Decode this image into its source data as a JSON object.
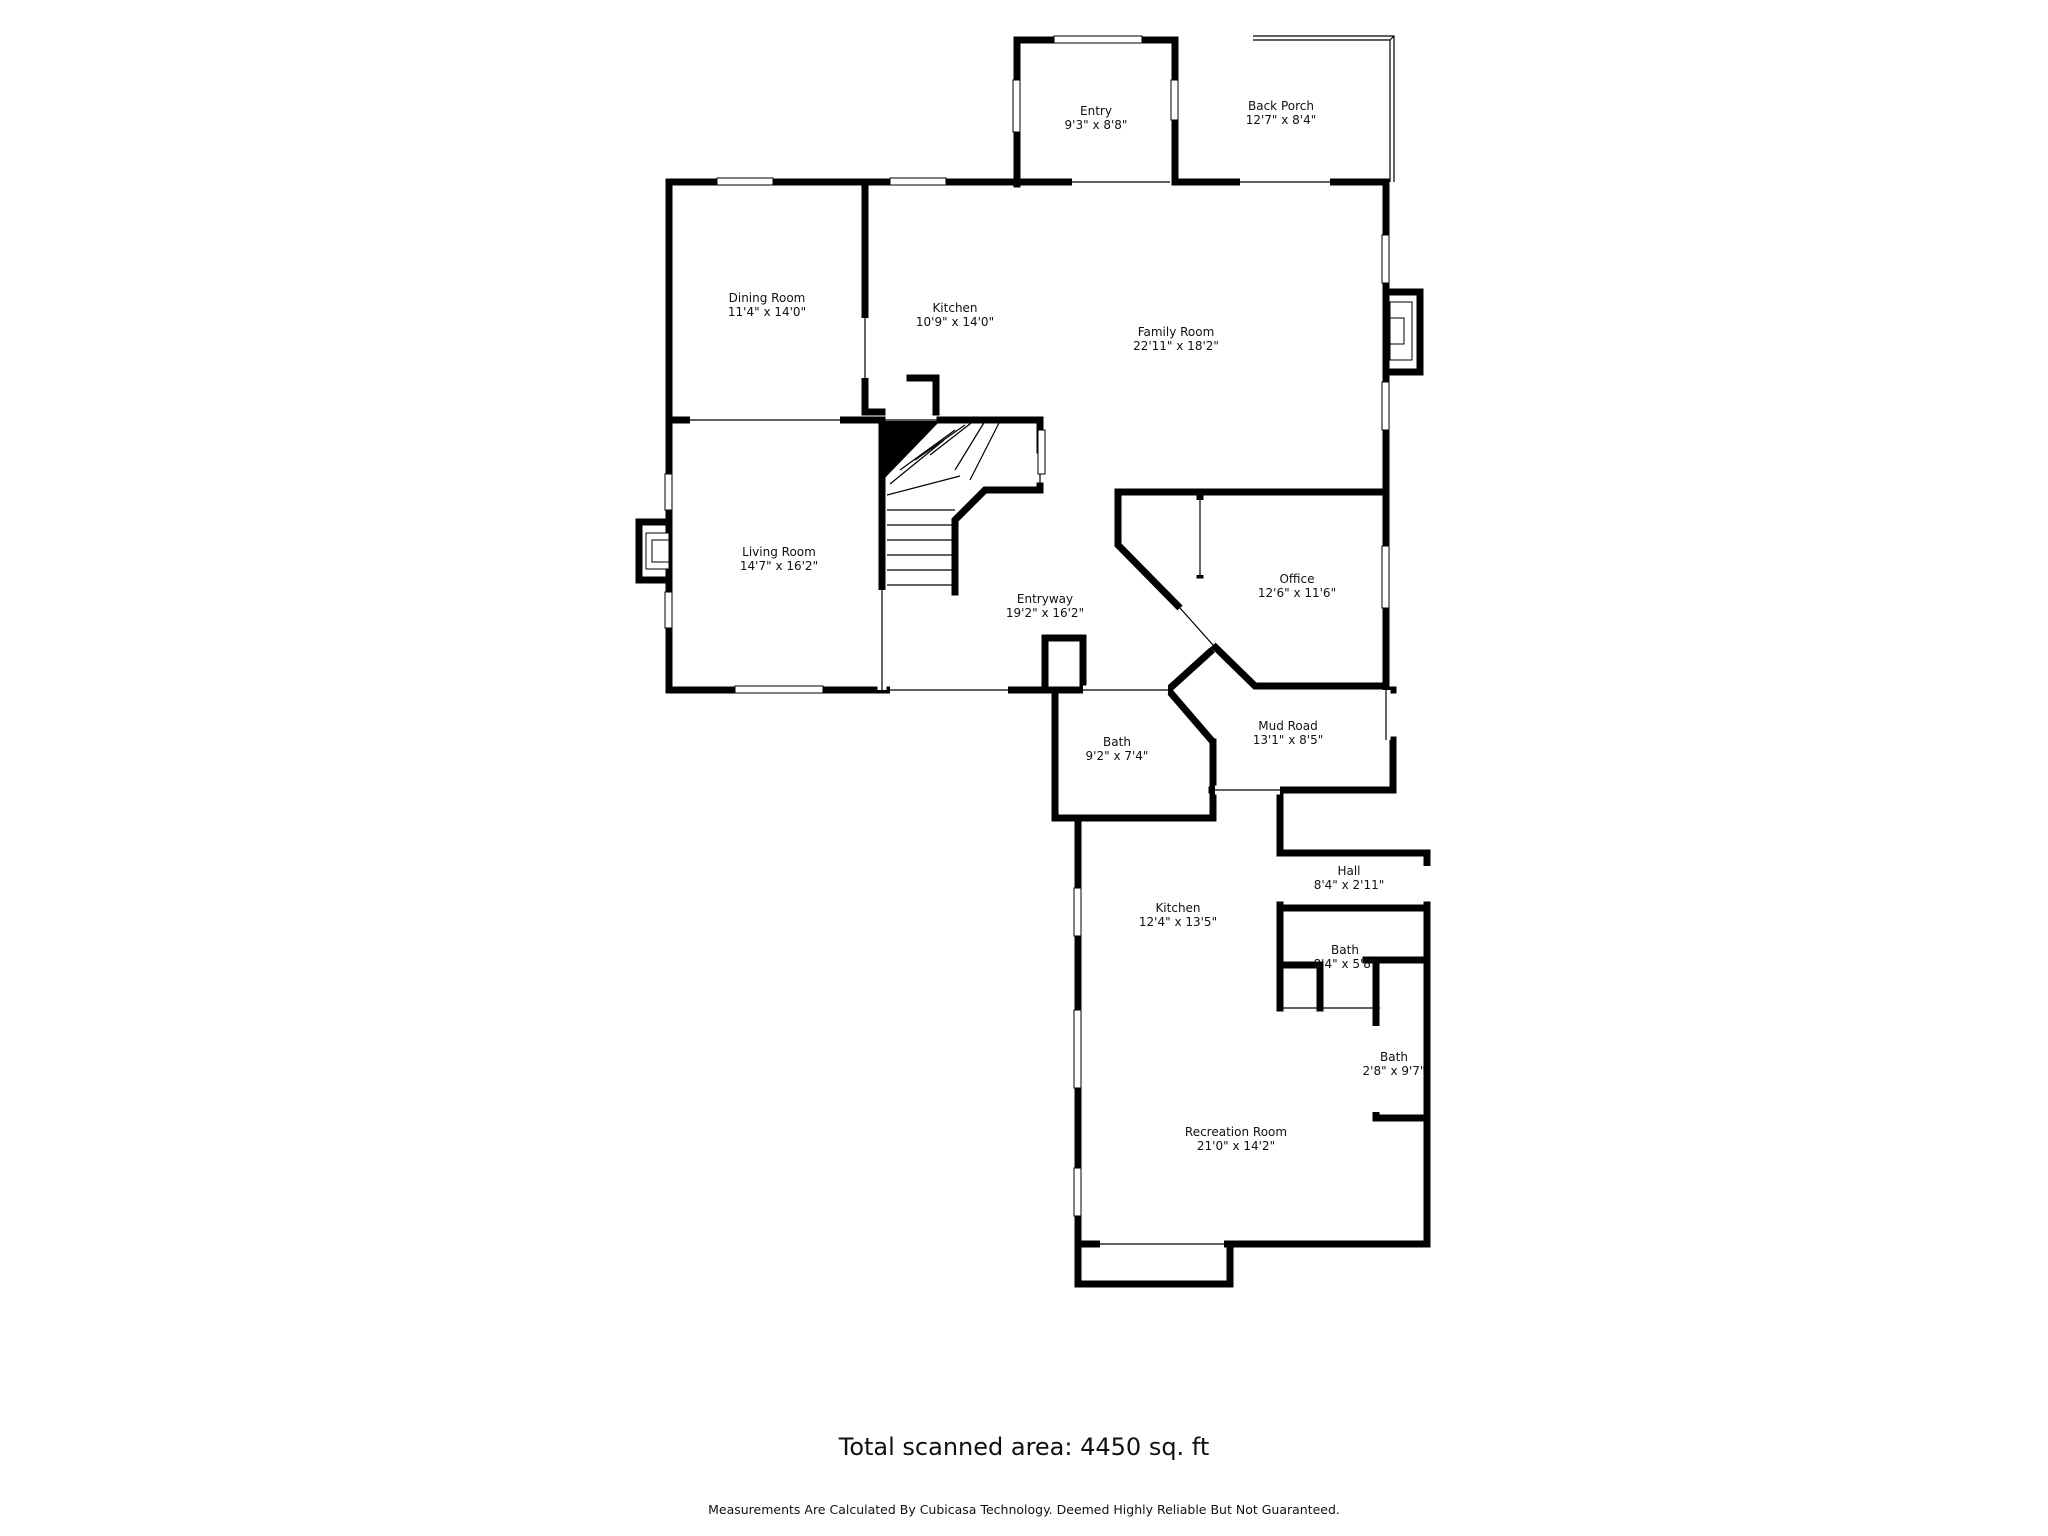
{
  "rooms": {
    "entry": {
      "name": "Entry",
      "dims": "9'3\" x 8'8\""
    },
    "back_porch": {
      "name": "Back Porch",
      "dims": "12'7\" x 8'4\""
    },
    "dining_room": {
      "name": "Dining Room",
      "dims": "11'4\" x 14'0\""
    },
    "kitchen_upper": {
      "name": "Kitchen",
      "dims": "10'9\" x 14'0\""
    },
    "family_room": {
      "name": "Family Room",
      "dims": "22'11\" x 18'2\""
    },
    "living_room": {
      "name": "Living Room",
      "dims": "14'7\" x 16'2\""
    },
    "entryway": {
      "name": "Entryway",
      "dims": "19'2\" x 16'2\""
    },
    "office": {
      "name": "Office",
      "dims": "12'6\" x 11'6\""
    },
    "bath_main": {
      "name": "Bath",
      "dims": "9'2\" x 7'4\""
    },
    "mud_road": {
      "name": "Mud Road",
      "dims": "13'1\" x 8'5\""
    },
    "kitchen_lower": {
      "name": "Kitchen",
      "dims": "12'4\" x 13'5\""
    },
    "hall": {
      "name": "Hall",
      "dims": "8'4\" x 2'11\""
    },
    "bath_small": {
      "name": "Bath",
      "dims": "8'4\" x 5'8\""
    },
    "bath_narrow": {
      "name": "Bath",
      "dims": "2'8\" x 9'7\""
    },
    "recreation_room": {
      "name": "Recreation Room",
      "dims": "21'0\" x 14'2\""
    }
  },
  "footer": {
    "total_area": "Total scanned area: 4450 sq. ft",
    "disclaimer": "Measurements Are Calculated By Cubicasa Technology. Deemed Highly Reliable But Not Guaranteed."
  }
}
